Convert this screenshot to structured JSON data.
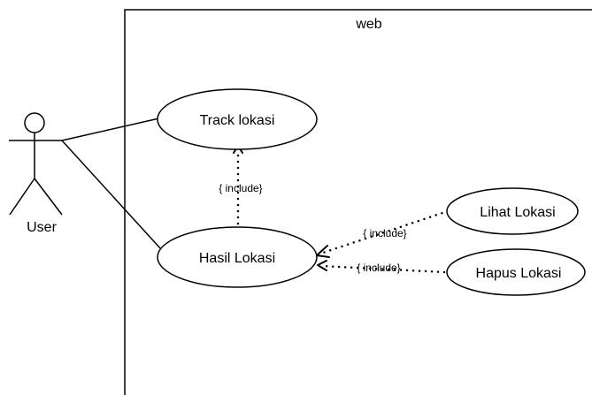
{
  "system": {
    "label": "web"
  },
  "actor": {
    "label": "User"
  },
  "use_cases": {
    "track_lokasi": "Track lokasi",
    "hasil_lokasi": "Hasil Lokasi",
    "lihat_lokasi": "Lihat Lokasi",
    "hapus_lokasi": "Hapus Lokasi"
  },
  "relations": {
    "include_track": "{ include}",
    "include_lihat": "{ include}",
    "include_hapus": "{ include}"
  },
  "colors": {
    "stroke": "#000000",
    "background": "#ffffff"
  }
}
